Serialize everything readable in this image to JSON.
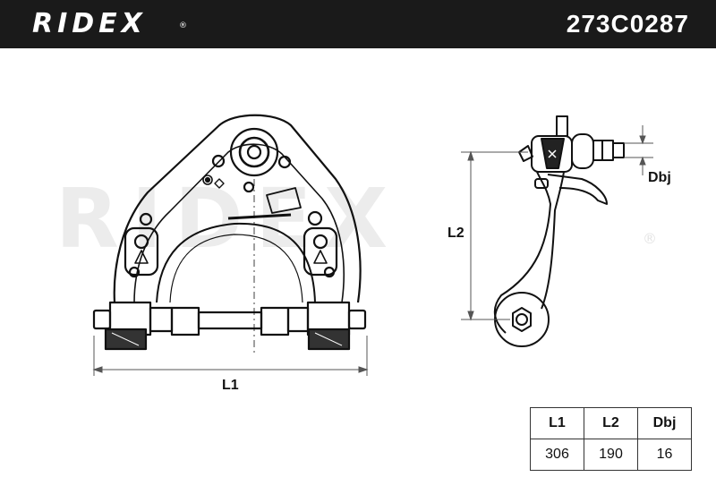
{
  "header": {
    "brand": "RIDEX",
    "brand_mark": "®",
    "part_number": "273C0287"
  },
  "watermark": {
    "text": "RIDEX",
    "mark": "®"
  },
  "drawing": {
    "label_l1": "L1",
    "label_l2": "L2",
    "label_dbj": "Dbj"
  },
  "dimensions": {
    "headers": [
      "L1",
      "L2",
      "Dbj"
    ],
    "values": [
      "306",
      "190",
      "16"
    ]
  }
}
